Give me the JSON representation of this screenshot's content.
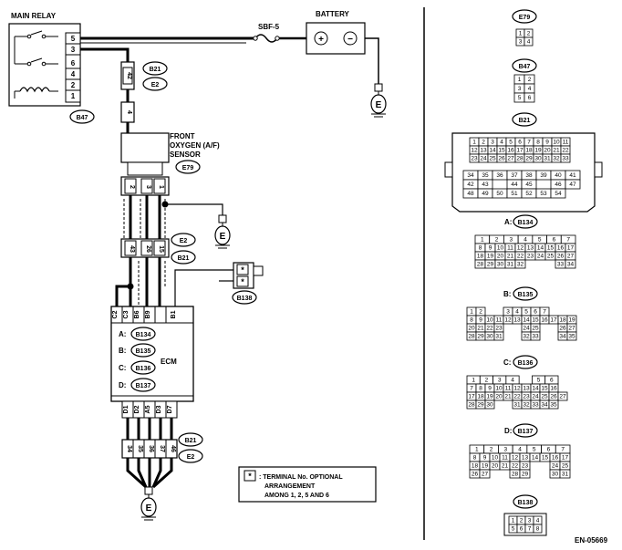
{
  "labels": {
    "main_relay": "MAIN RELAY",
    "battery": "BATTERY",
    "fuse": "SBF-5",
    "front_sensor_line1": "FRONT",
    "front_sensor_line2": "OXYGEN (A/F)",
    "front_sensor_line3": "SENSOR",
    "ecm": "ECM",
    "note_line1": ": TERMINAL No. OPTIONAL",
    "note_line2": "ARRANGEMENT",
    "note_line3": "AMONG 1, 2, 5  AND 6",
    "ref_code": "EN-05669",
    "ground": "E",
    "star": "*",
    "plus": "+",
    "minus": "−"
  },
  "relay_pins": [
    "5",
    "3",
    "6",
    "4",
    "2",
    "1"
  ],
  "connector_ids": {
    "b47": "B47",
    "b21": "B21",
    "e2": "E2",
    "e79": "E79",
    "b134": "B134",
    "b135": "B135",
    "b136": "B136",
    "b137": "B137",
    "b138": "B138"
  },
  "wire_pins": {
    "p42": "42",
    "p4": "4",
    "sensor_pins": [
      "2",
      "3",
      "1"
    ],
    "mid_pins": [
      "43",
      "26",
      "15"
    ],
    "ecm_top_pins": [
      "C2",
      "C3",
      "B6",
      "B9",
      "B1"
    ],
    "ecm_bottom_pins": [
      "D1",
      "D2",
      "A5",
      "D3",
      "D7"
    ],
    "bottom_connector_pins": [
      "34",
      "35",
      "36",
      "37",
      "46"
    ]
  },
  "ecm_prefixes": [
    "A:",
    "B:",
    "C:",
    "D:"
  ],
  "right_panel": {
    "e79": {
      "rows": [
        [
          "1",
          "2"
        ],
        [
          "3",
          "4"
        ]
      ]
    },
    "b47": {
      "rows": [
        [
          "1",
          "2"
        ],
        [
          "3",
          "4"
        ],
        [
          "5",
          "6"
        ]
      ]
    },
    "b21": {
      "top_rows": [
        [
          "1",
          "2",
          "3",
          "4",
          "5",
          "6",
          "7",
          "8",
          "9",
          "10",
          "11"
        ],
        [
          "12",
          "13",
          "14",
          "15",
          "16",
          "17",
          "18",
          "19",
          "20",
          "21",
          "22"
        ],
        [
          "23",
          "24",
          "25",
          "26",
          "27",
          "28",
          "29",
          "30",
          "31",
          "32",
          "33"
        ]
      ],
      "bottom_rows": [
        [
          "34",
          "35",
          "36",
          "37",
          "38",
          "39",
          "40",
          "41"
        ],
        [
          "42",
          "43",
          "",
          "44",
          "45",
          "",
          "46",
          "47"
        ],
        [
          "48",
          "49",
          "50",
          "51",
          "52",
          "53",
          "54"
        ]
      ]
    },
    "b134": {
      "prefix": "A:",
      "rows": [
        [
          "1",
          "2",
          "3",
          "4",
          "5",
          "6",
          "7"
        ],
        [
          "8",
          "9",
          "10",
          "11",
          "12",
          "13",
          "14",
          "15",
          "16",
          "17"
        ],
        [
          "18",
          "19",
          "20",
          "21",
          "22",
          "23",
          "24",
          "25",
          "26",
          "27"
        ],
        [
          "28",
          "29",
          "30",
          "31",
          "32",
          "",
          "",
          "",
          "33",
          "34"
        ]
      ]
    },
    "b135": {
      "prefix": "B:",
      "rows": [
        [
          "1",
          "2",
          "",
          "",
          "3",
          "4",
          "5",
          "6",
          "7"
        ],
        [
          "8",
          "9",
          "10",
          "11",
          "12",
          "13",
          "14",
          "15",
          "16",
          "17",
          "18",
          "19"
        ],
        [
          "20",
          "21",
          "22",
          "23",
          "",
          "",
          "24",
          "25",
          "",
          "",
          "26",
          "27"
        ],
        [
          "28",
          "29",
          "30",
          "31",
          "",
          "",
          "32",
          "33",
          "",
          "",
          "34",
          "35"
        ]
      ]
    },
    "b136": {
      "prefix": "C:",
      "rows": [
        [
          "1",
          "2",
          "3",
          "4",
          "",
          "5",
          "6"
        ],
        [
          "7",
          "8",
          "9",
          "10",
          "11",
          "12",
          "13",
          "14",
          "15",
          "16"
        ],
        [
          "17",
          "18",
          "19",
          "20",
          "21",
          "22",
          "23",
          "24",
          "25",
          "26",
          "27"
        ],
        [
          "28",
          "29",
          "30",
          "",
          "",
          "31",
          "32",
          "33",
          "34",
          "35"
        ]
      ]
    },
    "b137": {
      "prefix": "D:",
      "rows": [
        [
          "1",
          "2",
          "3",
          "4",
          "5",
          "6",
          "7"
        ],
        [
          "8",
          "9",
          "10",
          "11",
          "12",
          "13",
          "14",
          "15",
          "16",
          "17"
        ],
        [
          "18",
          "19",
          "20",
          "21",
          "22",
          "23",
          "",
          "",
          "24",
          "25"
        ],
        [
          "26",
          "27",
          "",
          "",
          "28",
          "29",
          "",
          "",
          "30",
          "31"
        ]
      ]
    },
    "b138": {
      "rows": [
        [
          "1",
          "2",
          "3",
          "4"
        ],
        [
          "5",
          "6",
          "7",
          "8"
        ]
      ]
    }
  }
}
